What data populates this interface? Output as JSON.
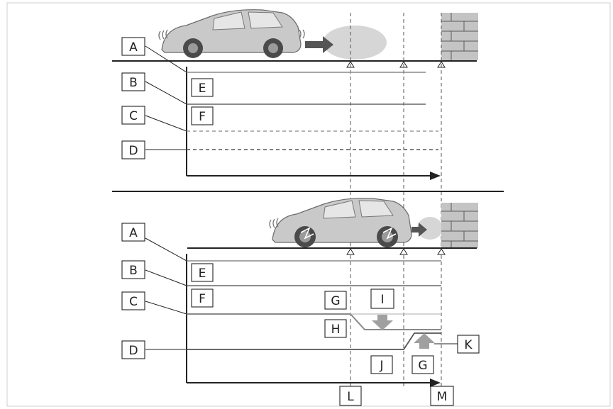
{
  "labels": {
    "A": "A",
    "B": "B",
    "C": "C",
    "D": "D",
    "E": "E",
    "F": "F",
    "G": "G",
    "H": "H",
    "I": "I",
    "J": "J",
    "K": "K",
    "L": "L",
    "M": "M"
  },
  "colors": {
    "line_dark": "#222222",
    "line_gray": "#8a8a8a",
    "line_light": "#bdbdbd",
    "car_body": "#c9c9c9",
    "car_dark": "#555555",
    "arrow_gray": "#a0a0a0",
    "beam": "#d6d6d6",
    "wall": "#c4c4c4",
    "wall_line": "#5a5a5a"
  },
  "icons": {
    "top_vehicle": "suv-car-icon",
    "bottom_vehicle": "suv-car-braking-icon",
    "wall": "brick-wall-icon",
    "sensor": "sensor-triangle-icon"
  }
}
